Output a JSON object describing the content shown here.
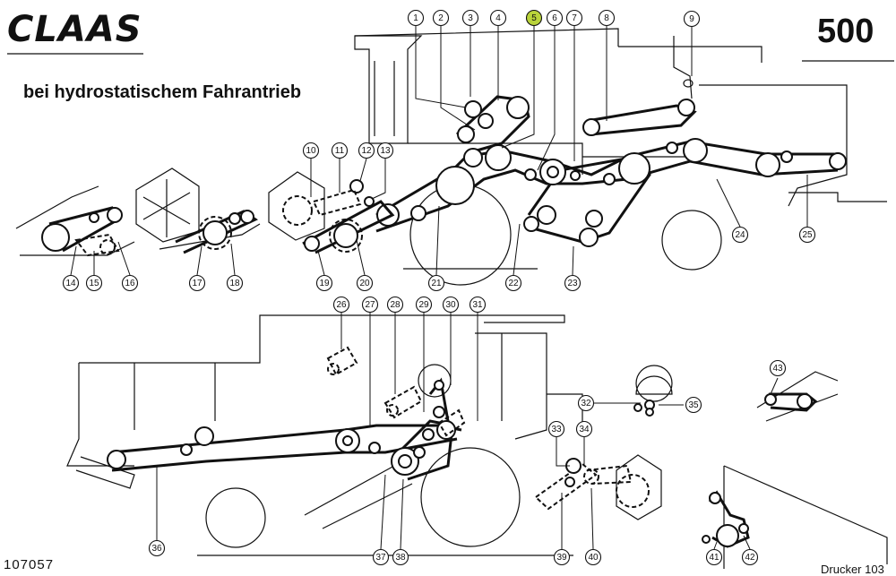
{
  "header": {
    "brand": "CLAAS",
    "model": "500",
    "subtitle": "bei hydrostatischem Fahrantrieb"
  },
  "footer": {
    "left": "107057",
    "right": "Drucker 103"
  },
  "colors": {
    "highlight": "#b9d33a",
    "ink": "#111111"
  },
  "callouts": [
    {
      "id": "c1",
      "label": "1"
    },
    {
      "id": "c2",
      "label": "2"
    },
    {
      "id": "c3",
      "label": "3"
    },
    {
      "id": "c4",
      "label": "4"
    },
    {
      "id": "c5",
      "label": "5",
      "highlighted": true
    },
    {
      "id": "c6",
      "label": "6"
    },
    {
      "id": "c7",
      "label": "7"
    },
    {
      "id": "c8",
      "label": "8"
    },
    {
      "id": "c9",
      "label": "9"
    },
    {
      "id": "c10",
      "label": "10"
    },
    {
      "id": "c11",
      "label": "11"
    },
    {
      "id": "c12",
      "label": "12"
    },
    {
      "id": "c13",
      "label": "13"
    },
    {
      "id": "c14",
      "label": "14"
    },
    {
      "id": "c15",
      "label": "15"
    },
    {
      "id": "c16",
      "label": "16"
    },
    {
      "id": "c17",
      "label": "17"
    },
    {
      "id": "c18",
      "label": "18"
    },
    {
      "id": "c19",
      "label": "19"
    },
    {
      "id": "c20",
      "label": "20"
    },
    {
      "id": "c21",
      "label": "21"
    },
    {
      "id": "c22",
      "label": "22"
    },
    {
      "id": "c23",
      "label": "23"
    },
    {
      "id": "c24",
      "label": "24"
    },
    {
      "id": "c25",
      "label": "25"
    },
    {
      "id": "c26",
      "label": "26"
    },
    {
      "id": "c27",
      "label": "27"
    },
    {
      "id": "c28",
      "label": "28"
    },
    {
      "id": "c29",
      "label": "29"
    },
    {
      "id": "c30",
      "label": "30"
    },
    {
      "id": "c31",
      "label": "31"
    },
    {
      "id": "c32",
      "label": "32"
    },
    {
      "id": "c33",
      "label": "33"
    },
    {
      "id": "c34",
      "label": "34"
    },
    {
      "id": "c35",
      "label": "35"
    },
    {
      "id": "c36",
      "label": "36"
    },
    {
      "id": "c37",
      "label": "37"
    },
    {
      "id": "c38",
      "label": "38"
    },
    {
      "id": "c39",
      "label": "39"
    },
    {
      "id": "c40",
      "label": "40"
    },
    {
      "id": "c41",
      "label": "41"
    },
    {
      "id": "c42",
      "label": "42"
    },
    {
      "id": "c43",
      "label": "43"
    }
  ]
}
